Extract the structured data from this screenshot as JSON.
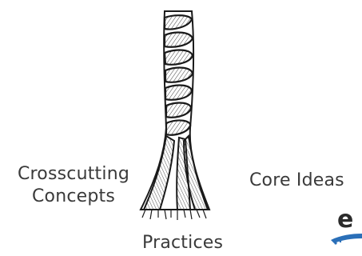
{
  "labels": {
    "crosscutting_line1": "Crosscutting",
    "crosscutting_line2": "Concepts",
    "core_ideas": "Core Ideas",
    "practices": "Practices"
  },
  "logo": {
    "letter": "e",
    "icon": "partial-logo-icon"
  },
  "colors": {
    "text": "#3a3a3a",
    "ink": "#1a1a1a",
    "logo_blue": "#2a6fb8"
  }
}
